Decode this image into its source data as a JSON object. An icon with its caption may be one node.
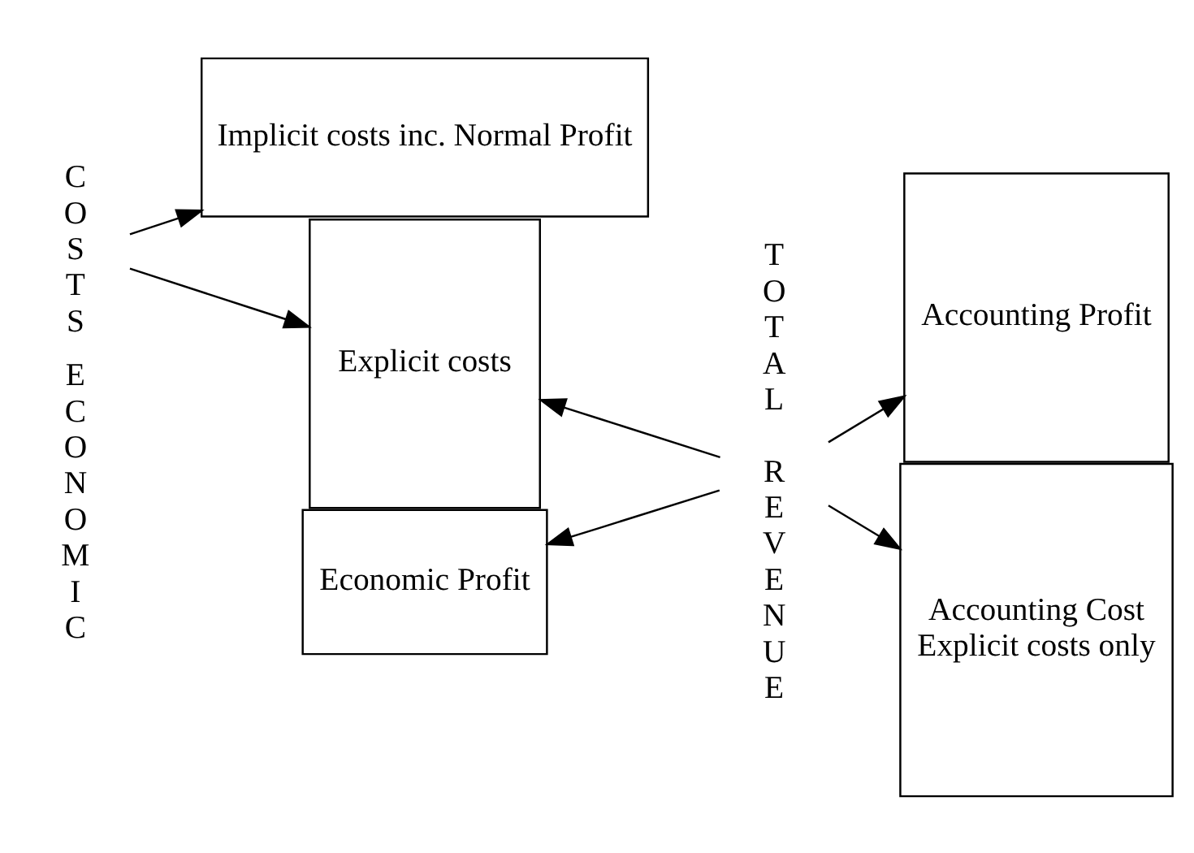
{
  "diagram": {
    "nodes": [
      {
        "text": [
          "Economic Profit"
        ]
      },
      {
        "text": [
          "Implicit costs inc. Normal Profit"
        ]
      },
      {
        "text": [
          "Explicit costs"
        ]
      },
      {
        "text": [
          "Accounting Profit"
        ]
      },
      {
        "text": [
          "Accounting Cost",
          "Explicit costs only"
        ]
      },
      {
        "text": [
          "TOTAL REVENUE"
        ]
      },
      {
        "text": [
          "COSTS"
        ]
      }
    ],
    "edges": [
      {
        "from": 6,
        "to": 1,
        "arrow": "to"
      },
      {
        "from": 6,
        "to": 2,
        "arrow": "to"
      },
      {
        "from": 5,
        "to": 0,
        "arrow": "to"
      },
      {
        "from": 5,
        "to": 3,
        "arrow": "to"
      },
      {
        "from": 5,
        "to": 2,
        "arrow": "to"
      },
      {
        "from": 5,
        "to": 4,
        "arrow": "to"
      }
    ],
    "labels": [
      "ECONOMIC"
    ]
  }
}
